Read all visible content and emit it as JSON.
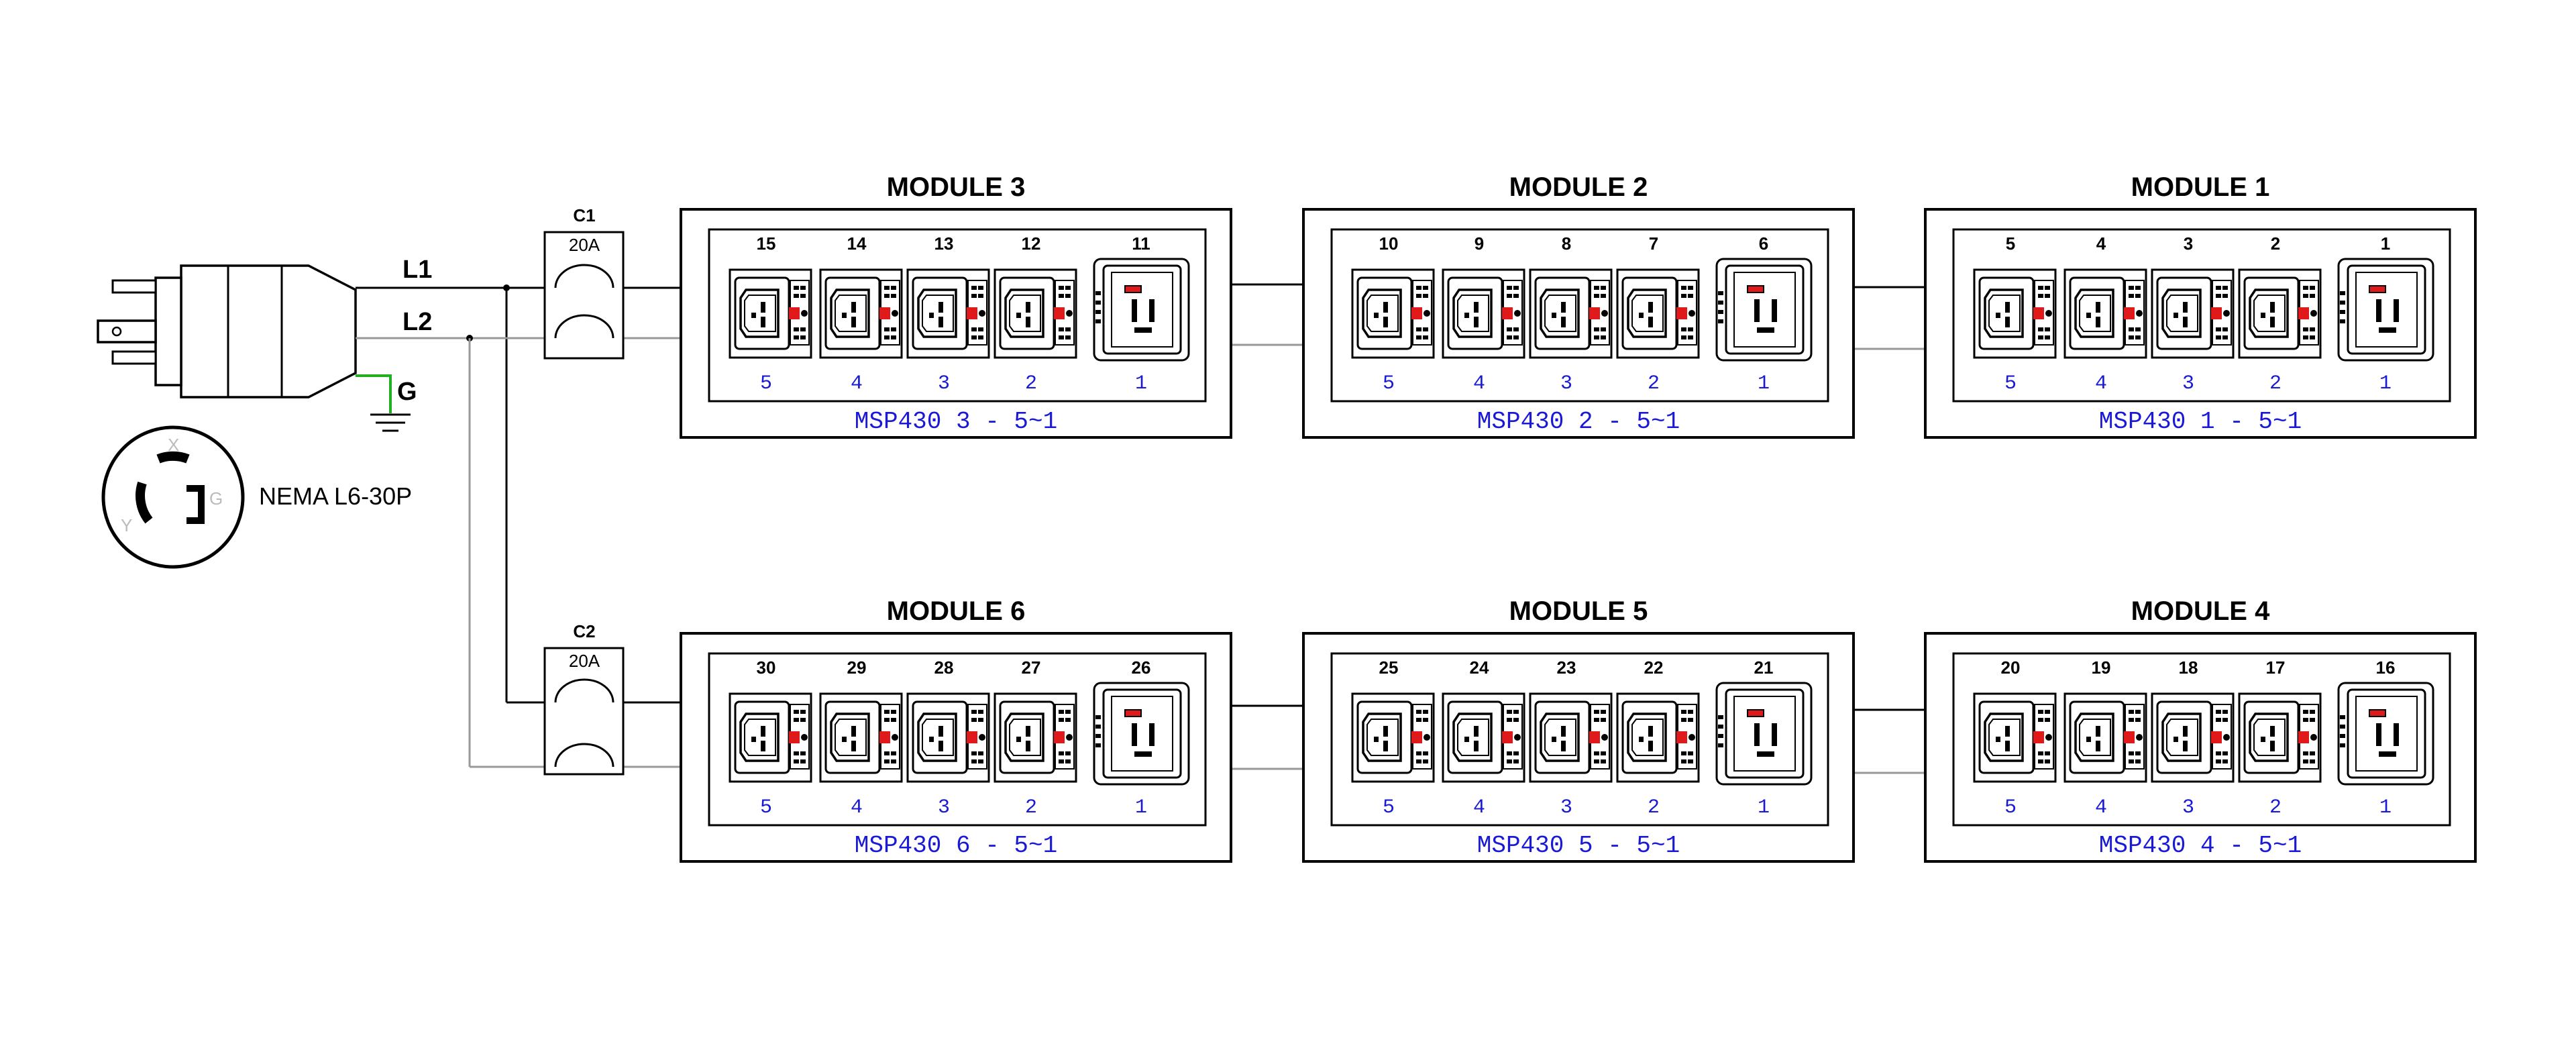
{
  "plug": {
    "l1_label": "L1",
    "l2_label": "L2",
    "ground_label": "G",
    "name": "NEMA L6-30P",
    "pins": [
      "X",
      "Y",
      "G"
    ]
  },
  "breakers": [
    {
      "name": "C1",
      "rating": "20A"
    },
    {
      "name": "C2",
      "rating": "20A"
    }
  ],
  "rows": [
    {
      "modules": [
        {
          "title": "MODULE 3",
          "label": "MSP430 3 - 5~1",
          "outlets": [
            "15",
            "14",
            "13",
            "12",
            "11"
          ]
        },
        {
          "title": "MODULE 2",
          "label": "MSP430 2 - 5~1",
          "outlets": [
            "10",
            "9",
            "8",
            "7",
            "6"
          ]
        },
        {
          "title": "MODULE 1",
          "label": "MSP430 1 - 5~1",
          "outlets": [
            "5",
            "4",
            "3",
            "2",
            "1"
          ]
        }
      ]
    },
    {
      "modules": [
        {
          "title": "MODULE 6",
          "label": "MSP430 6 - 5~1",
          "outlets": [
            "30",
            "29",
            "28",
            "27",
            "26"
          ]
        },
        {
          "title": "MODULE 5",
          "label": "MSP430 5 - 5~1",
          "outlets": [
            "25",
            "24",
            "23",
            "22",
            "21"
          ]
        },
        {
          "title": "MODULE 4",
          "label": "MSP430 4 - 5~1",
          "outlets": [
            "20",
            "19",
            "18",
            "17",
            "16"
          ]
        }
      ]
    }
  ],
  "positions": [
    "5",
    "4",
    "3",
    "2",
    "1"
  ],
  "colors": {
    "line": "#000000",
    "l2_wire": "#999999",
    "ground_wire": "#22b022",
    "label_blue": "#1a1ad6",
    "indicator_red": "#e01a1a"
  }
}
